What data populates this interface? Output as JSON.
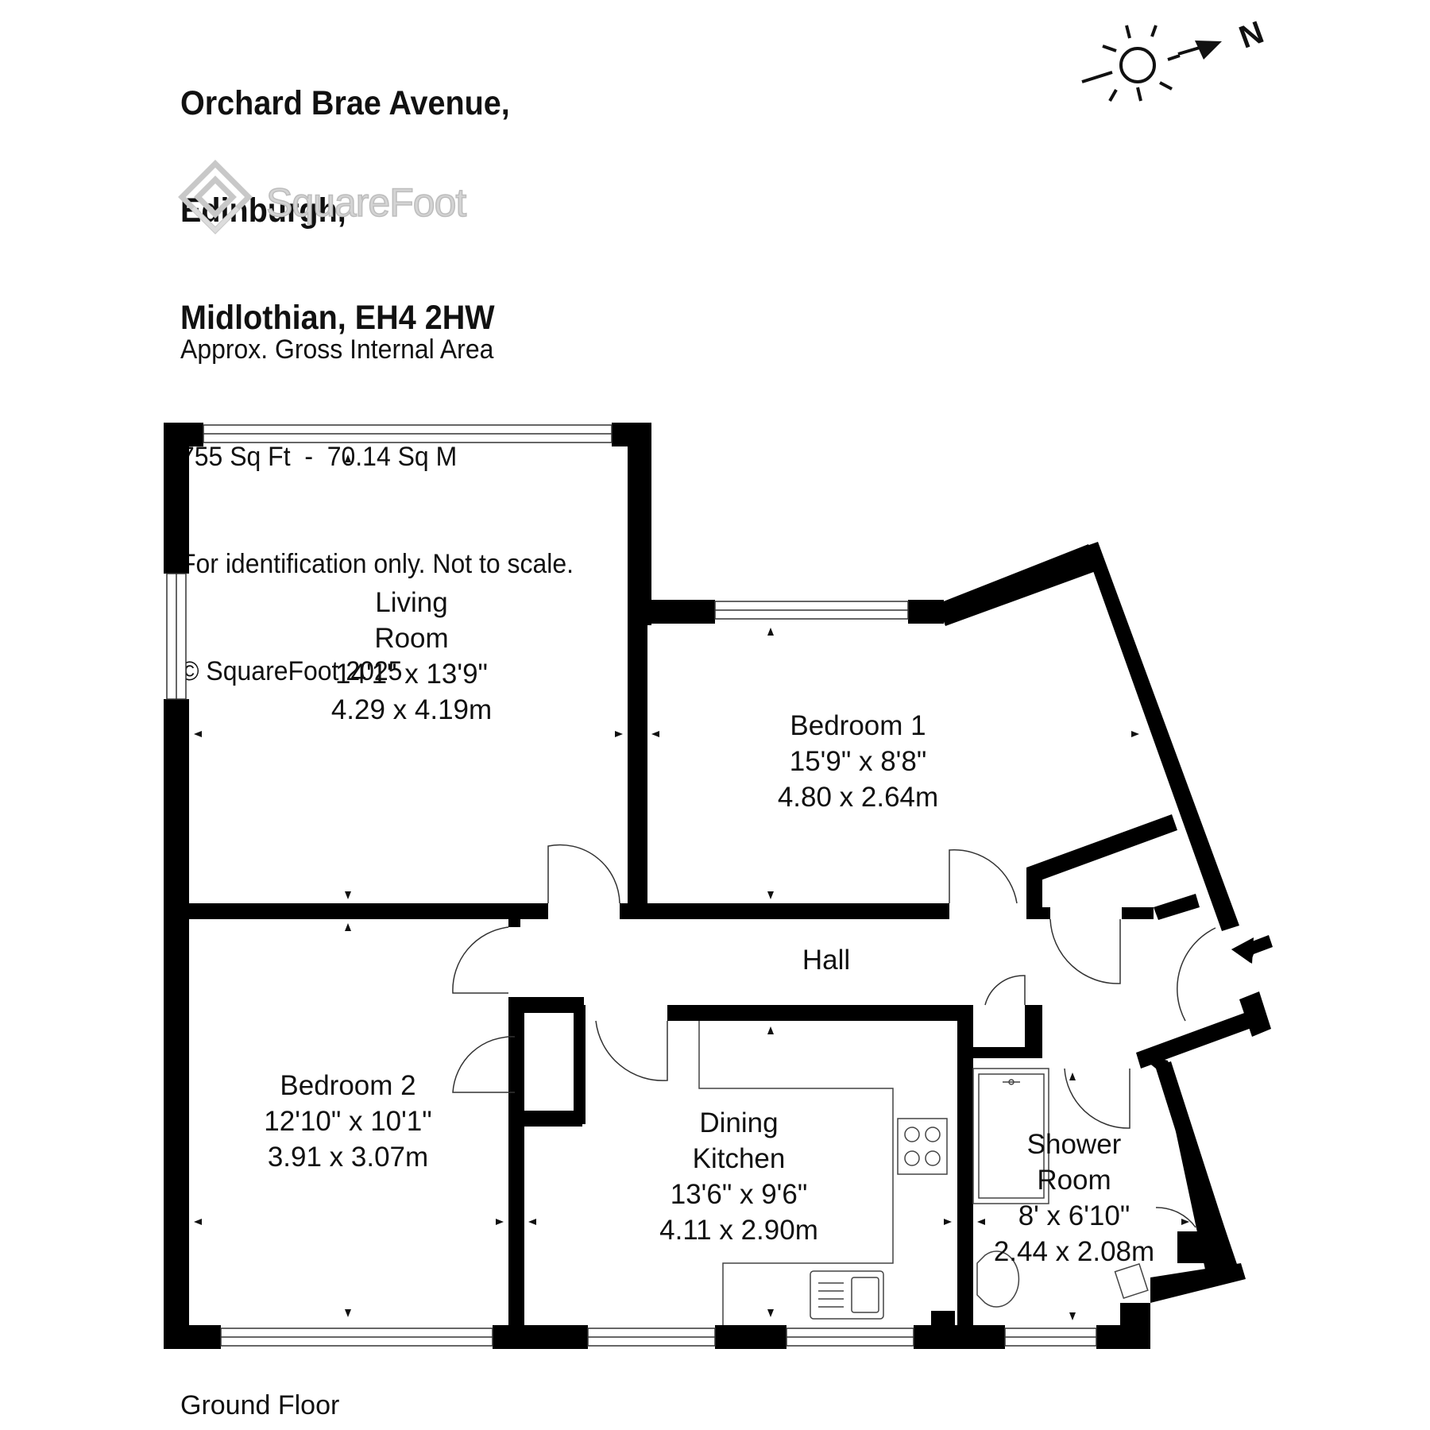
{
  "address": {
    "line1": "Orchard Brae Avenue,",
    "line2": "Edinburgh,",
    "line3": "Midlothian, EH4 2HW"
  },
  "logo": {
    "text": "SquareFoot",
    "icon": "squarefoot-logo-icon"
  },
  "info": {
    "line1": "Approx. Gross Internal Area",
    "line2": "755 Sq Ft  -  70.14 Sq M",
    "line3": "For identification only. Not to scale.",
    "line4": "© SquareFoot 2025"
  },
  "compass": {
    "label": "N",
    "icon": "sun-compass-icon"
  },
  "rooms": {
    "living": {
      "name1": "Living",
      "name2": "Room",
      "imperial": "14'1\" x 13'9\"",
      "metric": "4.29 x 4.19m"
    },
    "bedroom1": {
      "name": "Bedroom 1",
      "imperial": "15'9\" x 8'8\"",
      "metric": "4.80 x 2.64m"
    },
    "hall": {
      "name": "Hall"
    },
    "bedroom2": {
      "name": "Bedroom 2",
      "imperial": "12'10\" x 10'1\"",
      "metric": "3.91 x 3.07m"
    },
    "kitchen": {
      "name1": "Dining",
      "name2": "Kitchen",
      "imperial": "13'6\" x 9'6\"",
      "metric": "4.11 x 2.90m"
    },
    "shower": {
      "name1": "Shower",
      "name2": "Room",
      "imperial": "8' x 6'10\"",
      "metric": "2.44 x 2.08m"
    }
  },
  "floor": "Ground Floor",
  "colors": {
    "wall": "#000000",
    "logo": "#cfcfcf",
    "background": "#ffffff"
  }
}
